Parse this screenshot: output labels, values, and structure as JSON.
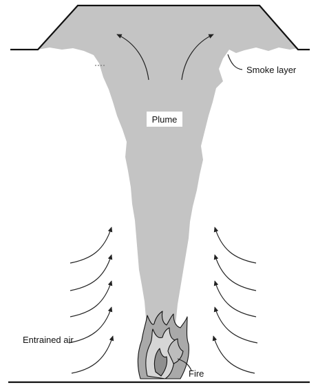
{
  "labels": {
    "smoke_layer": "Smoke layer",
    "plume": "Plume",
    "entrained_air": "Entrained air",
    "fire": "Fire"
  },
  "colors": {
    "smoke": "#c4c4c4",
    "plume_label_bg": "#ffffff",
    "fire_fill": "#a9a9a9",
    "fire_inner": "#d6d6d6",
    "outline": "#111111"
  }
}
